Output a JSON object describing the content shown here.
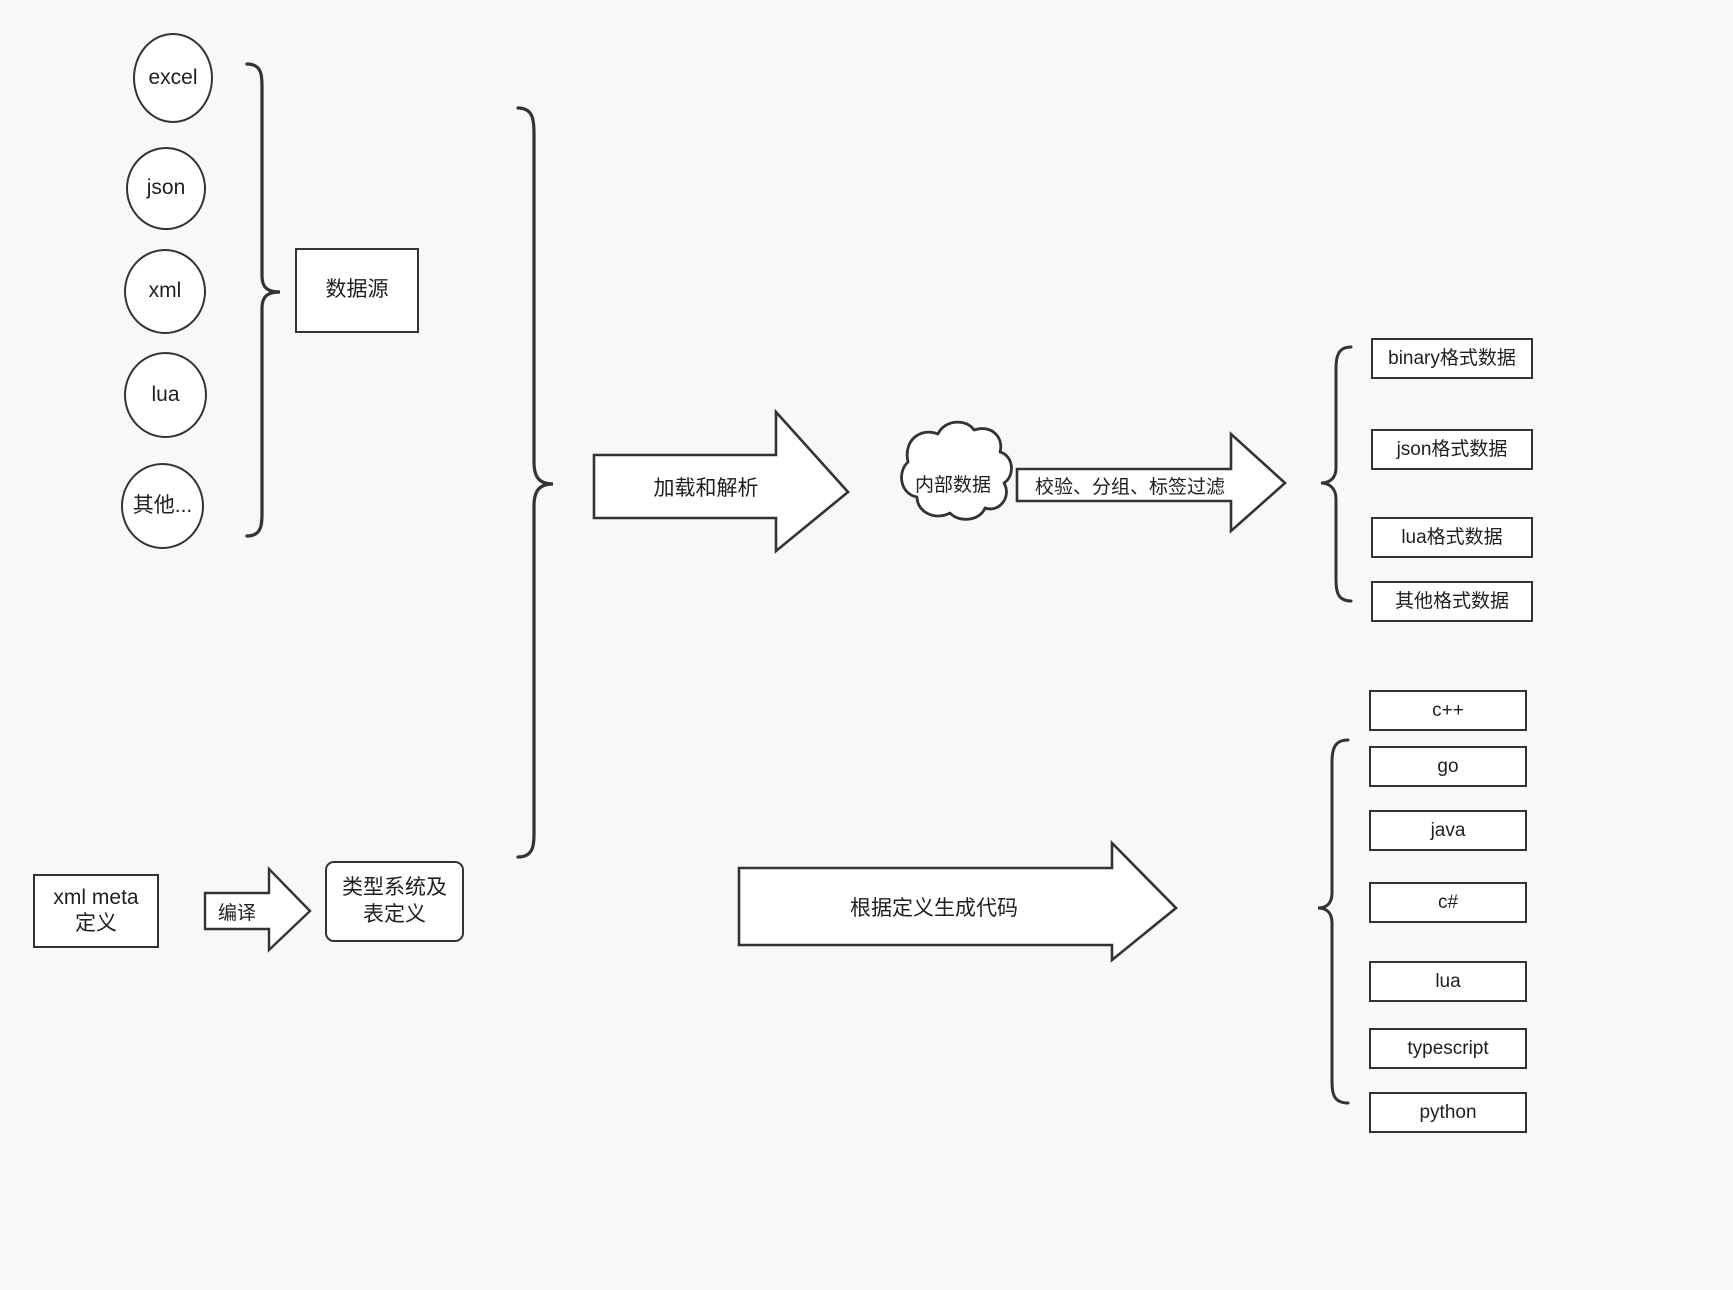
{
  "diagram": {
    "title": "data pipeline diagram",
    "background_color": "#f8f8f8",
    "stroke_color": "#333333",
    "fill_color": "#ffffff",
    "text_color": "#1f1f1f"
  },
  "sources": {
    "items": [
      {
        "label": "excel"
      },
      {
        "label": "json"
      },
      {
        "label": "xml"
      },
      {
        "label": "lua"
      },
      {
        "label": "其他..."
      }
    ],
    "group_box_label": "数据源"
  },
  "meta": {
    "source_box_label": "xml meta定义",
    "compile_arrow_label": "编译",
    "target_box_label": "类型系统及表定义"
  },
  "pipeline": {
    "load_arrow_label": "加载和解析",
    "cloud_label": "内部数据",
    "filter_arrow_label": "校验、分组、标签过滤",
    "codegen_arrow_label": "根据定义生成代码"
  },
  "outputs": {
    "formats": [
      {
        "label": "binary格式数据"
      },
      {
        "label": "json格式数据"
      },
      {
        "label": "lua格式数据"
      },
      {
        "label": "其他格式数据"
      }
    ],
    "languages": [
      {
        "label": "c++"
      },
      {
        "label": "go"
      },
      {
        "label": "java"
      },
      {
        "label": "c#"
      },
      {
        "label": "lua"
      },
      {
        "label": "typescript"
      },
      {
        "label": "python"
      }
    ]
  }
}
